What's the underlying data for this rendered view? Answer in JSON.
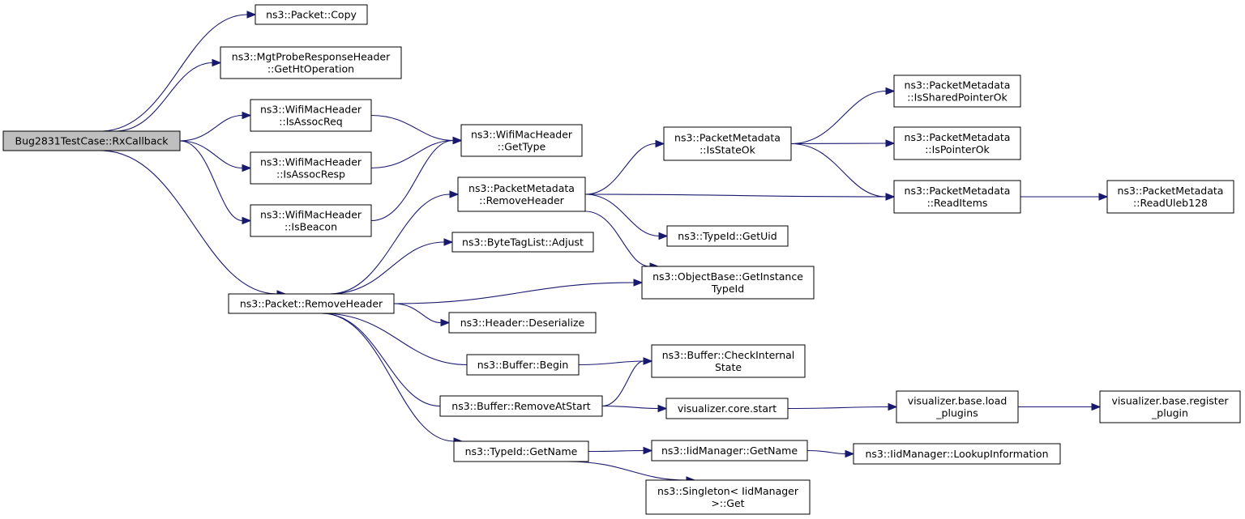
{
  "colors": {
    "edge": "#191970",
    "root_fill": "#bfbfbf",
    "node_fill": "#ffffff"
  },
  "nodes": [
    {
      "id": "root",
      "lines": [
        "Bug2831TestCase::RxCallback"
      ]
    },
    {
      "id": "pkt_copy",
      "lines": [
        "ns3::Packet::Copy"
      ]
    },
    {
      "id": "mgt_ht",
      "lines": [
        "ns3::MgtProbeResponseHeader",
        "::GetHtOperation"
      ]
    },
    {
      "id": "wmh_req",
      "lines": [
        "ns3::WifiMacHeader",
        "::IsAssocReq"
      ]
    },
    {
      "id": "wmh_resp",
      "lines": [
        "ns3::WifiMacHeader",
        "::IsAssocResp"
      ]
    },
    {
      "id": "wmh_beacon",
      "lines": [
        "ns3::WifiMacHeader",
        "::IsBeacon"
      ]
    },
    {
      "id": "wmh_gettype",
      "lines": [
        "ns3::WifiMacHeader",
        "::GetType"
      ]
    },
    {
      "id": "pkt_removeheader",
      "lines": [
        "ns3::Packet::RemoveHeader"
      ]
    },
    {
      "id": "pm_removeheader",
      "lines": [
        "ns3::PacketMetadata",
        "::RemoveHeader"
      ]
    },
    {
      "id": "btl_adjust",
      "lines": [
        "ns3::ByteTagList::Adjust"
      ]
    },
    {
      "id": "pm_isstateok",
      "lines": [
        "ns3::PacketMetadata",
        "::IsStateOk"
      ]
    },
    {
      "id": "pm_issharedptr",
      "lines": [
        "ns3::PacketMetadata",
        "::IsSharedPointerOk"
      ]
    },
    {
      "id": "pm_isptrok",
      "lines": [
        "ns3::PacketMetadata",
        "::IsPointerOk"
      ]
    },
    {
      "id": "pm_readitems",
      "lines": [
        "ns3::PacketMetadata",
        "::ReadItems"
      ]
    },
    {
      "id": "pm_readuleb",
      "lines": [
        "ns3::PacketMetadata",
        "::ReadUleb128"
      ]
    },
    {
      "id": "typeid_getuid",
      "lines": [
        "ns3::TypeId::GetUid"
      ]
    },
    {
      "id": "objbase_getinst",
      "lines": [
        "ns3::ObjectBase::GetInstance",
        "TypeId"
      ]
    },
    {
      "id": "header_deser",
      "lines": [
        "ns3::Header::Deserialize"
      ]
    },
    {
      "id": "buf_begin",
      "lines": [
        "ns3::Buffer::Begin"
      ]
    },
    {
      "id": "buf_checkint",
      "lines": [
        "ns3::Buffer::CheckInternal",
        "State"
      ]
    },
    {
      "id": "buf_removeatstart",
      "lines": [
        "ns3::Buffer::RemoveAtStart"
      ]
    },
    {
      "id": "vis_core_start",
      "lines": [
        "visualizer.core.start"
      ]
    },
    {
      "id": "vis_load_plugins",
      "lines": [
        "visualizer.base.load",
        "_plugins"
      ]
    },
    {
      "id": "vis_register_plugin",
      "lines": [
        "visualizer.base.register",
        "_plugin"
      ]
    },
    {
      "id": "typeid_getname",
      "lines": [
        "ns3::TypeId::GetName"
      ]
    },
    {
      "id": "iid_getname",
      "lines": [
        "ns3::IidManager::GetName"
      ]
    },
    {
      "id": "iid_lookup",
      "lines": [
        "ns3::IidManager::LookupInformation"
      ]
    },
    {
      "id": "singleton_get",
      "lines": [
        "ns3::Singleton< IidManager",
        ">::Get"
      ]
    }
  ],
  "edges": [
    [
      "root",
      "pkt_copy"
    ],
    [
      "root",
      "mgt_ht"
    ],
    [
      "root",
      "wmh_req"
    ],
    [
      "root",
      "wmh_resp"
    ],
    [
      "root",
      "wmh_beacon"
    ],
    [
      "root",
      "pkt_removeheader"
    ],
    [
      "wmh_req",
      "wmh_gettype"
    ],
    [
      "wmh_resp",
      "wmh_gettype"
    ],
    [
      "wmh_beacon",
      "wmh_gettype"
    ],
    [
      "pkt_removeheader",
      "pm_removeheader"
    ],
    [
      "pkt_removeheader",
      "btl_adjust"
    ],
    [
      "pkt_removeheader",
      "objbase_getinst"
    ],
    [
      "pkt_removeheader",
      "header_deser"
    ],
    [
      "pkt_removeheader",
      "buf_begin"
    ],
    [
      "pkt_removeheader",
      "buf_removeatstart"
    ],
    [
      "pkt_removeheader",
      "typeid_getname"
    ],
    [
      "pm_removeheader",
      "pm_isstateok"
    ],
    [
      "pm_removeheader",
      "pm_readitems"
    ],
    [
      "pm_removeheader",
      "typeid_getuid"
    ],
    [
      "pm_removeheader",
      "objbase_getinst"
    ],
    [
      "pm_isstateok",
      "pm_issharedptr"
    ],
    [
      "pm_isstateok",
      "pm_isptrok"
    ],
    [
      "pm_isstateok",
      "pm_readitems"
    ],
    [
      "pm_readitems",
      "pm_readuleb"
    ],
    [
      "buf_begin",
      "buf_checkint"
    ],
    [
      "buf_removeatstart",
      "buf_checkint"
    ],
    [
      "buf_removeatstart",
      "vis_core_start"
    ],
    [
      "vis_core_start",
      "vis_load_plugins"
    ],
    [
      "vis_load_plugins",
      "vis_register_plugin"
    ],
    [
      "typeid_getname",
      "iid_getname"
    ],
    [
      "typeid_getname",
      "singleton_get"
    ],
    [
      "iid_getname",
      "iid_lookup"
    ]
  ]
}
